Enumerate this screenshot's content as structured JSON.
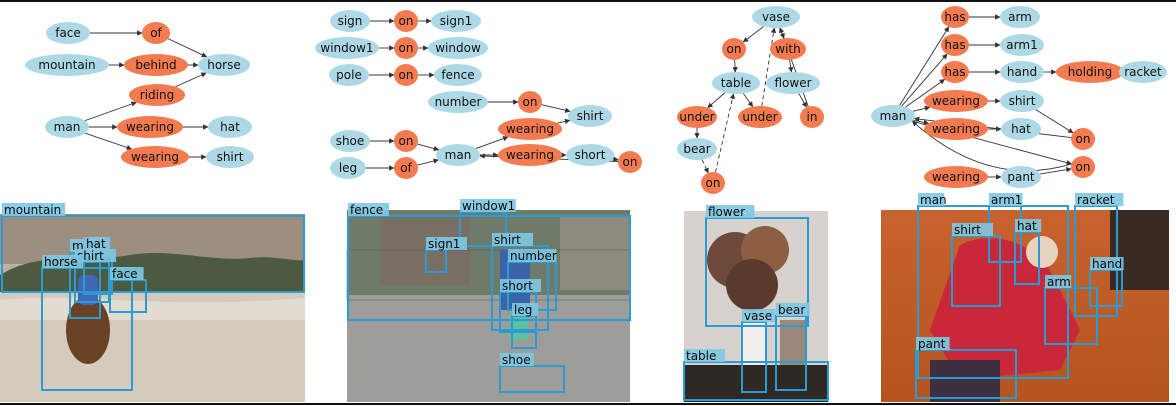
{
  "panels": [
    {
      "nodes": [
        {
          "id": "face",
          "label": "face",
          "kind": "object"
        },
        {
          "id": "of",
          "label": "of",
          "kind": "relation"
        },
        {
          "id": "mountain",
          "label": "mountain",
          "kind": "object"
        },
        {
          "id": "behind",
          "label": "behind",
          "kind": "relation"
        },
        {
          "id": "horse",
          "label": "horse",
          "kind": "object"
        },
        {
          "id": "riding",
          "label": "riding",
          "kind": "relation"
        },
        {
          "id": "man",
          "label": "man",
          "kind": "object"
        },
        {
          "id": "wearing1",
          "label": "wearing",
          "kind": "relation"
        },
        {
          "id": "hat",
          "label": "hat",
          "kind": "object"
        },
        {
          "id": "wearing2",
          "label": "wearing",
          "kind": "relation"
        },
        {
          "id": "shirt",
          "label": "shirt",
          "kind": "object"
        }
      ],
      "edges": [
        [
          "face",
          "of"
        ],
        [
          "of",
          "horse"
        ],
        [
          "mountain",
          "behind"
        ],
        [
          "behind",
          "horse"
        ],
        [
          "man",
          "riding"
        ],
        [
          "riding",
          "horse"
        ],
        [
          "man",
          "wearing1"
        ],
        [
          "wearing1",
          "hat"
        ],
        [
          "man",
          "wearing2"
        ],
        [
          "wearing2",
          "shirt"
        ]
      ],
      "boxes": [
        "mountain",
        "man",
        "hat",
        "shirt",
        "horse",
        "face"
      ]
    },
    {
      "nodes": [
        {
          "id": "sign",
          "label": "sign",
          "kind": "object"
        },
        {
          "id": "on1",
          "label": "on",
          "kind": "relation"
        },
        {
          "id": "sign1",
          "label": "sign1",
          "kind": "object"
        },
        {
          "id": "window1",
          "label": "window1",
          "kind": "object"
        },
        {
          "id": "on2",
          "label": "on",
          "kind": "relation"
        },
        {
          "id": "window",
          "label": "window",
          "kind": "object"
        },
        {
          "id": "pole",
          "label": "pole",
          "kind": "object"
        },
        {
          "id": "on3",
          "label": "on",
          "kind": "relation"
        },
        {
          "id": "fence",
          "label": "fence",
          "kind": "object"
        },
        {
          "id": "number",
          "label": "number",
          "kind": "object"
        },
        {
          "id": "on4",
          "label": "on",
          "kind": "relation"
        },
        {
          "id": "shirt",
          "label": "shirt",
          "kind": "object"
        },
        {
          "id": "shoe",
          "label": "shoe",
          "kind": "object"
        },
        {
          "id": "on5",
          "label": "on",
          "kind": "relation"
        },
        {
          "id": "wearing1",
          "label": "wearing",
          "kind": "relation"
        },
        {
          "id": "leg",
          "label": "leg",
          "kind": "object"
        },
        {
          "id": "of",
          "label": "of",
          "kind": "relation"
        },
        {
          "id": "man",
          "label": "man",
          "kind": "object"
        },
        {
          "id": "wearing2",
          "label": "wearing",
          "kind": "relation"
        },
        {
          "id": "short",
          "label": "short",
          "kind": "object"
        },
        {
          "id": "on6",
          "label": "on",
          "kind": "relation"
        }
      ],
      "edges": [
        [
          "sign",
          "on1"
        ],
        [
          "on1",
          "sign1"
        ],
        [
          "window1",
          "on2"
        ],
        [
          "on2",
          "window"
        ],
        [
          "pole",
          "on3"
        ],
        [
          "on3",
          "fence"
        ],
        [
          "number",
          "on4"
        ],
        [
          "on4",
          "shirt"
        ],
        [
          "shoe",
          "on5"
        ],
        [
          "on5",
          "man"
        ],
        [
          "leg",
          "of"
        ],
        [
          "of",
          "man"
        ],
        [
          "man",
          "wearing1"
        ],
        [
          "wearing1",
          "shirt"
        ],
        [
          "man",
          "wearing2"
        ],
        [
          "wearing2",
          "short"
        ],
        [
          "short",
          "on6"
        ],
        [
          "on6",
          "man"
        ]
      ],
      "boxes": [
        "fence",
        "window1",
        "sign1",
        "shirt",
        "number",
        "short",
        "leg",
        "shoe"
      ]
    },
    {
      "nodes": [
        {
          "id": "vase",
          "label": "vase",
          "kind": "object"
        },
        {
          "id": "on1",
          "label": "on",
          "kind": "relation"
        },
        {
          "id": "with",
          "label": "with",
          "kind": "relation"
        },
        {
          "id": "table",
          "label": "table",
          "kind": "object"
        },
        {
          "id": "flower",
          "label": "flower",
          "kind": "object"
        },
        {
          "id": "under1",
          "label": "under",
          "kind": "relation"
        },
        {
          "id": "under2",
          "label": "under",
          "kind": "relation"
        },
        {
          "id": "in",
          "label": "in",
          "kind": "relation"
        },
        {
          "id": "bear",
          "label": "bear",
          "kind": "object"
        },
        {
          "id": "on2",
          "label": "on",
          "kind": "relation"
        }
      ],
      "edges": [
        [
          "vase",
          "on1"
        ],
        [
          "on1",
          "table"
        ],
        [
          "vase",
          "with"
        ],
        [
          "with",
          "flower"
        ],
        [
          "flower",
          "in"
        ],
        [
          "in",
          "vase"
        ],
        [
          "table",
          "under1"
        ],
        [
          "under1",
          "bear"
        ],
        [
          "table",
          "under2"
        ],
        [
          "under2",
          "vase"
        ],
        [
          "bear",
          "on2"
        ],
        [
          "on2",
          "table"
        ]
      ],
      "boxes": [
        "flower",
        "vase",
        "bear",
        "table"
      ]
    },
    {
      "nodes": [
        {
          "id": "has1",
          "label": "has",
          "kind": "relation"
        },
        {
          "id": "arm",
          "label": "arm",
          "kind": "object"
        },
        {
          "id": "has2",
          "label": "has",
          "kind": "relation"
        },
        {
          "id": "arm1",
          "label": "arm1",
          "kind": "object"
        },
        {
          "id": "has3",
          "label": "has",
          "kind": "relation"
        },
        {
          "id": "hand",
          "label": "hand",
          "kind": "object"
        },
        {
          "id": "holding",
          "label": "holding",
          "kind": "relation"
        },
        {
          "id": "racket",
          "label": "racket",
          "kind": "object"
        },
        {
          "id": "man",
          "label": "man",
          "kind": "object"
        },
        {
          "id": "wearing1",
          "label": "wearing",
          "kind": "relation"
        },
        {
          "id": "shirt",
          "label": "shirt",
          "kind": "object"
        },
        {
          "id": "wearing2",
          "label": "wearing",
          "kind": "relation"
        },
        {
          "id": "hat",
          "label": "hat",
          "kind": "object"
        },
        {
          "id": "on1",
          "label": "on",
          "kind": "relation"
        },
        {
          "id": "on2",
          "label": "on",
          "kind": "relation"
        },
        {
          "id": "wearing3",
          "label": "wearing",
          "kind": "relation"
        },
        {
          "id": "pant",
          "label": "pant",
          "kind": "object"
        }
      ],
      "edges": [
        [
          "man",
          "has1"
        ],
        [
          "has1",
          "arm"
        ],
        [
          "man",
          "has2"
        ],
        [
          "has2",
          "arm1"
        ],
        [
          "man",
          "has3"
        ],
        [
          "has3",
          "hand"
        ],
        [
          "hand",
          "holding"
        ],
        [
          "holding",
          "racket"
        ],
        [
          "man",
          "wearing1"
        ],
        [
          "wearing1",
          "shirt"
        ],
        [
          "man",
          "wearing2"
        ],
        [
          "wearing2",
          "hat"
        ],
        [
          "shirt",
          "on1"
        ],
        [
          "on1",
          "man"
        ],
        [
          "man",
          "on2"
        ],
        [
          "on2",
          "man"
        ],
        [
          "wearing3",
          "pant"
        ],
        [
          "pant",
          "on2"
        ]
      ],
      "boxes": [
        "man",
        "arm1",
        "racket",
        "shirt",
        "hat",
        "hand",
        "arm",
        "pant"
      ]
    }
  ],
  "colors": {
    "object_fill": "#add8e6",
    "relation_fill": "#f47a4f",
    "edge": "#333333",
    "box_stroke": "#2b9bd3",
    "label_bg": "#7ec8e3"
  }
}
